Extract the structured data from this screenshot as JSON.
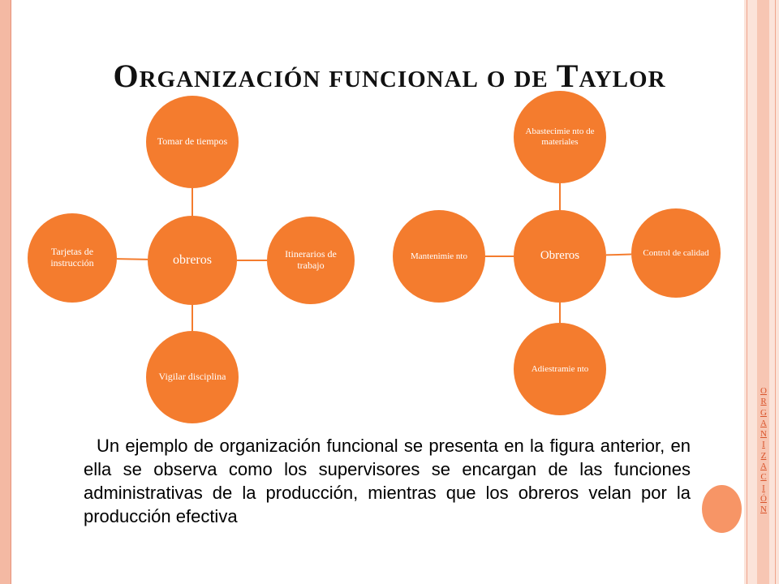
{
  "slide": {
    "title_words": [
      {
        "cap": "O",
        "rest": "RGANIZACIÓN"
      },
      {
        "cap": "",
        "rest": "FUNCIONAL"
      },
      {
        "cap": "",
        "rest": "O"
      },
      {
        "cap": "",
        "rest": "DE"
      },
      {
        "cap": "T",
        "rest": "AYLOR"
      }
    ],
    "side_label_letters": [
      "O",
      "R",
      "G",
      "A",
      "N",
      "I",
      "Z",
      "A",
      "C",
      "I",
      "Ó",
      "N"
    ],
    "description": "Un ejemplo de  organización funcional se presenta en la figura anterior, en ella se observa   como los supervisores se encargan de  las funciones administrativas de la producción, mientras que  los obreros velan por la producción efectiva"
  },
  "colors": {
    "node_fill": "#f47c2e",
    "connector": "#f47c2e",
    "accent_frame": "#f4b9a3",
    "deco_circle": "#f79566"
  },
  "diagrams": [
    {
      "center": "obreros",
      "nodes": [
        "Tomar de tiempos",
        "Itinerarios de trabajo",
        "Vigilar disciplina",
        "Tarjetas de instrucción"
      ]
    },
    {
      "center": "Obreros",
      "nodes": [
        "Abastecimie nto de materiales",
        "Control de calidad",
        "Adiestramie nto",
        "Mantenimie nto"
      ]
    }
  ]
}
